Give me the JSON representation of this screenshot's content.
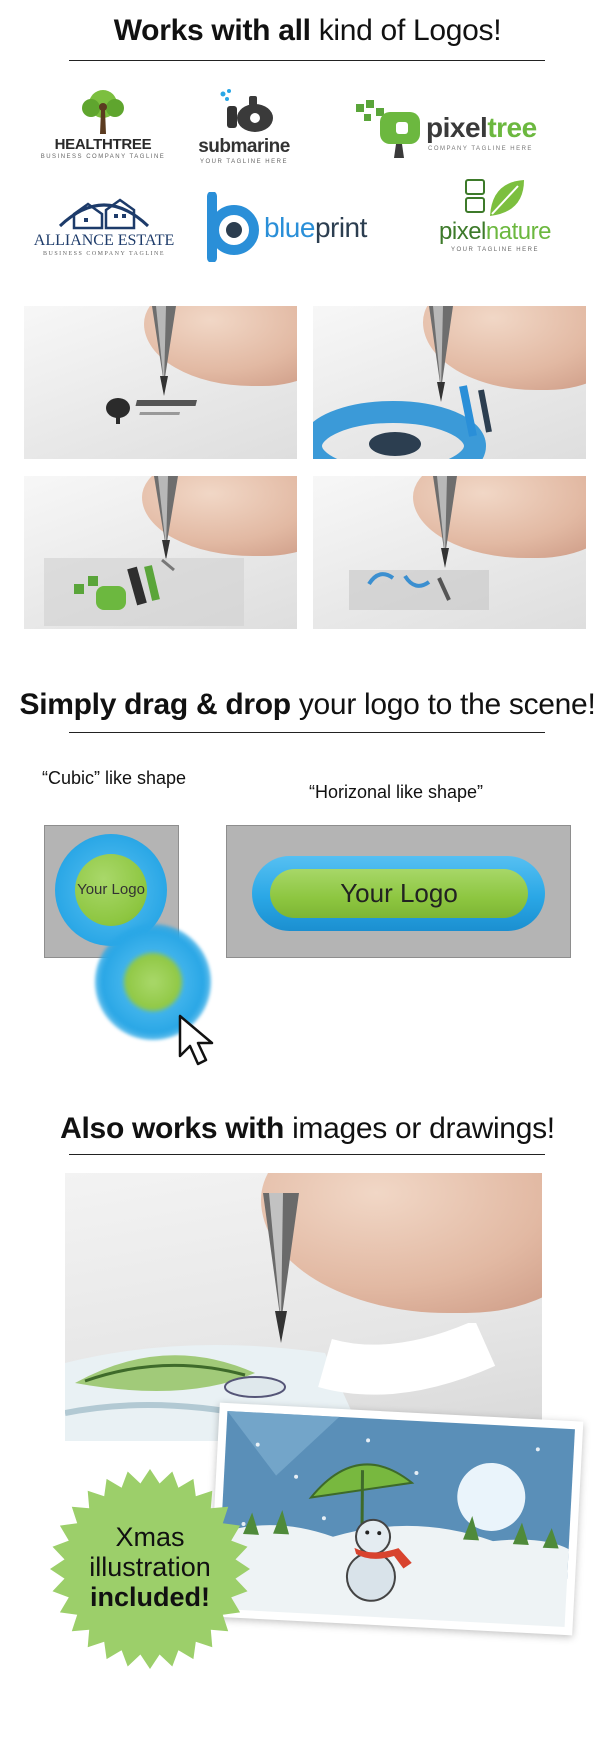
{
  "section1": {
    "title_bold": "Works with all",
    "title_rest": " kind of Logos!"
  },
  "logos": [
    {
      "name": "HEALTHTREE",
      "tagline": "BUSINESS COMPANY TAGLINE",
      "icon": "tree-icon"
    },
    {
      "name": "submarine",
      "tagline": "YOUR TAGLINE HERE",
      "icon": "submarine-icon"
    },
    {
      "name_a": "pixel",
      "name_b": "tree",
      "tagline": "COMPANY TAGLINE HERE",
      "icon": "pixel-tree-icon"
    },
    {
      "name": "ALLIANCE ESTATE",
      "tagline": "BUSINESS COMPANY TAGLINE",
      "icon": "house-icon"
    },
    {
      "name_a": "blue",
      "name_b": "print",
      "icon": "blueprint-p-icon"
    },
    {
      "name_a": "pixel",
      "name_b": "nature",
      "tagline": "YOUR TAGLINE HERE",
      "icon": "leaf-icon"
    }
  ],
  "section2": {
    "title_bold": "Simply drag & drop",
    "title_rest": " your logo to the scene!"
  },
  "shapes": {
    "cubic_label": "“Cubic” like shape",
    "horizontal_label": "“Horizonal like shape”",
    "cubic_placeholder": "Your Logo",
    "horizontal_placeholder": "Your Logo"
  },
  "section3": {
    "title_bold": "Also works with",
    "title_rest": " images or drawings!"
  },
  "badge": {
    "line1": "Xmas",
    "line2": "illustration",
    "line3": "included!"
  },
  "colors": {
    "blue": "#2aa7e6",
    "green": "#8dc640",
    "grey": "#b4b4b4",
    "badge": "#9ccf6a"
  }
}
